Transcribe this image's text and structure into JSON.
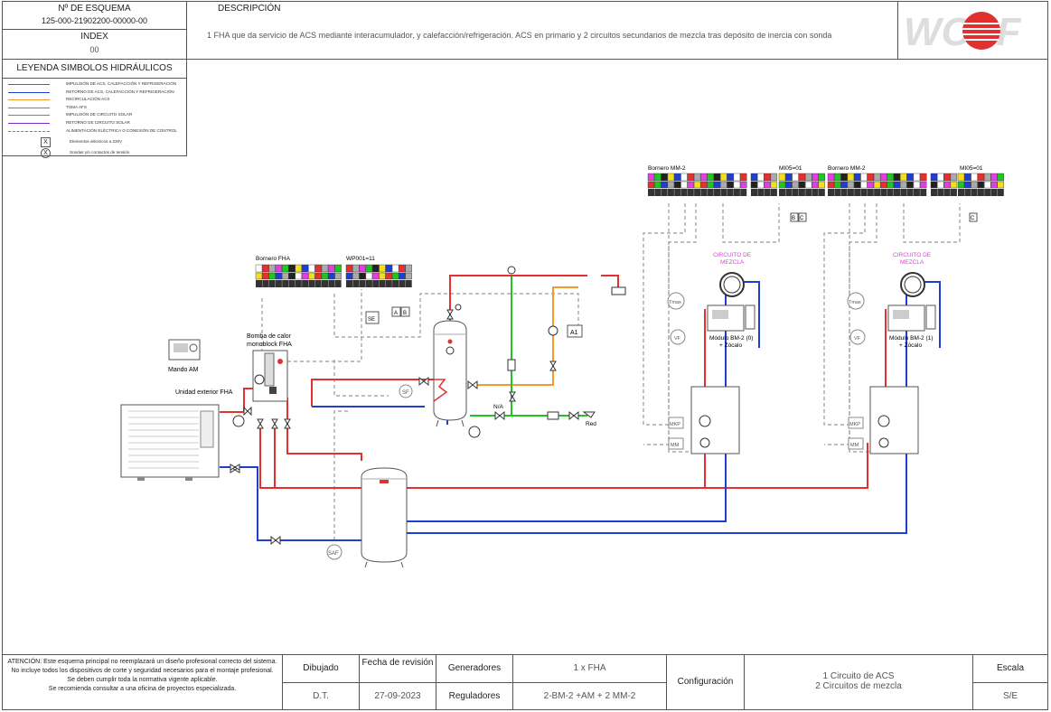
{
  "header": {
    "schema_label": "Nº DE ESQUEMA",
    "schema_number": "125-000-21902200-00000-00",
    "index_label": "INDEX",
    "index_value": "00",
    "description_label": "DESCRIPCIÓN",
    "description_text": "1 FHA que da servicio de ACS mediante interacumulador, y calefacción/refrigeración. ACS en primario y 2 circuitos secundarios de mezcla tras depósito de inercia con sonda",
    "logo_text": "WOLF"
  },
  "legend": {
    "title": "LEYENDA SIMBOLOS HIDRÁULICOS",
    "items": [
      {
        "label": "IMPULSIÓN DE ACS, CALEFACCIÓN Y REFRIGERACIÓN",
        "color": "#e53030"
      },
      {
        "label": "RETORNO DE ACS, CALEFACCIÓN Y REFRIGERACIÓN",
        "color": "#1f3fd0"
      },
      {
        "label": "RECIRCULACIÓN ACS",
        "color": "#f39a2b"
      },
      {
        "label": "TOMA AFS",
        "color": "#22c422"
      },
      {
        "label": "IMPULSIÓN DE CIRCUITO SOLAR",
        "color": "#e040e0"
      },
      {
        "label": "RETORNO DE CIRCUITO SOLAR",
        "color": "#7a2ad0"
      },
      {
        "label": "ALIMENTACIÓN ELÉCTRICA O CONEXIÓN DE CONTROL",
        "color": "#777777"
      }
    ],
    "symbol_items": [
      {
        "symbol": "X",
        "label": "Elementos eléctricos a 230V"
      },
      {
        "symbol": "X",
        "label": "Sondas y/o contactos de tensión"
      }
    ]
  },
  "diagram": {
    "bornero_fha": "Bornero FHA",
    "wp001": "WP001=11",
    "bornero_mm_left": "Bornero MM-2",
    "mi05_left": "MI05=01",
    "bornero_mm_right": "Bornero MM-2",
    "mi05_right": "MI05=01",
    "bomba_calor": "Bomba de calor",
    "monoblock": "monoblock FHA",
    "mando_am": "Mando AM",
    "unidad_exterior": "Unidad exterior FHA",
    "circuito_mezcla_1": "CIRCUITO DE",
    "circuito_mezcla_2": "MEZCLA",
    "modulo_0": "Módulo BM-2 (0)",
    "modulo_1": "Módulo BM-2 (1)",
    "zocalo": "+ Zócalo",
    "na": "N/A",
    "red": "Red",
    "sensor_sf": "SF",
    "sensor_saf": "SAF",
    "sensor_tmax": "Tmax",
    "sensor_vf": "VF",
    "sensor_mkp": "MKP",
    "sensor_mm": "MM",
    "tag_a1": "A1",
    "tag_se": "SE",
    "tag_a": "A",
    "tag_b": "B",
    "tag_c": "C"
  },
  "footer": {
    "attention_1": "ATENCIÓN: Este esquema principal no reemplazará un diseño profesional correcto del sistema.",
    "attention_2": "No incluye todos los dispositivos de corte y seguridad necesarios para el montaje profesional.",
    "attention_3": "Se deben cumplir toda la normativa vigente aplicable.",
    "attention_4": "Se recomienda consultar a una oficina de proyectos especializada.",
    "dibujado_label": "Dibujado",
    "dibujado_value": "D.T.",
    "fecha_label": "Fecha de revisión",
    "fecha_value": "27-09-2023",
    "generadores_label": "Generadores",
    "generadores_value": "1 x FHA",
    "reguladores_label": "Reguladores",
    "reguladores_value": "2-BM-2 +AM + 2  MM-2",
    "configuracion_label": "Configuración",
    "configuracion_line1": "1 Circuito de ACS",
    "configuracion_line2": "2 Circuitos de mezcla",
    "escala_label": "Escala",
    "escala_value": "S/E"
  }
}
